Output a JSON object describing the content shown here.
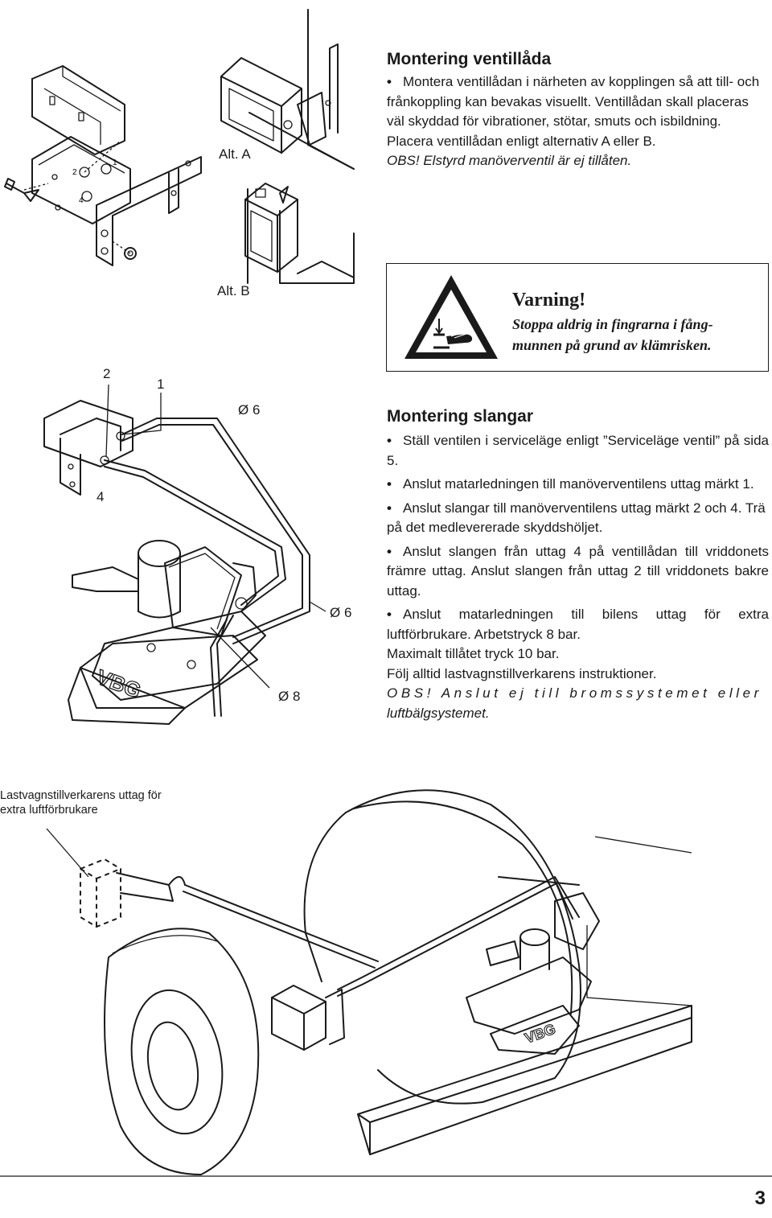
{
  "section_valve_box": {
    "heading": "Montering ventillåda",
    "bullet_1": "Montera ventillådan i närheten av kopplingen så att till- och frånkoppling kan bevakas visuellt. Ventillådan skall placeras väl skyddad för vibrationer, stötar, smuts och isbildning.",
    "line_2": "Placera ventillådan enligt alternativ A eller  B.",
    "line_3": "OBS! Elstyrd manöverventil är ej tillåten."
  },
  "figure_labels": {
    "alt_a": "Alt. A",
    "alt_b": "Alt. B",
    "port_2": "2",
    "port_1": "1",
    "port_4": "4",
    "dia_6_top": "Ø 6",
    "dia_6_mid": "Ø 6",
    "dia_8": "Ø 8",
    "vbg_logo": "VBG",
    "truck_outlet": "Lastvagnstillverkarens uttag för extra luftförbrukare"
  },
  "warning": {
    "title": "Varning!",
    "text": "Stoppa aldrig in fingrarna i fång-munnen på grund av klämrisken.",
    "icon": "crush-hazard-warning-icon"
  },
  "section_hoses": {
    "heading": "Montering slangar",
    "b1": "Ställ ventilen i serviceläge enligt ”Serviceläge ventil” på sida 5.",
    "b2": "Anslut matarledningen till manöverventilens uttag märkt 1.",
    "b3": "Anslut slangar till manöverventilens uttag märkt 2 och 4. Trä på det medlevererade skyddshöljet.",
    "b4": "Anslut slangen från uttag 4 på ventillådan till vriddonets främre uttag. Anslut slangen från uttag 2 till vriddonets bakre uttag.",
    "b5": "Anslut matarledningen till bilens uttag för extra luftförbrukare. Arbetstryck 8 bar.",
    "p6": "Maximalt tillåtet tryck 10 bar.",
    "p7": "Följ alltid lastvagnstillverkarens instruktioner.",
    "obs_spaced": "OBS! Anslut ej till bromssystemet eller",
    "obs_end": "luftbälgsystemet."
  },
  "page_number": "3"
}
